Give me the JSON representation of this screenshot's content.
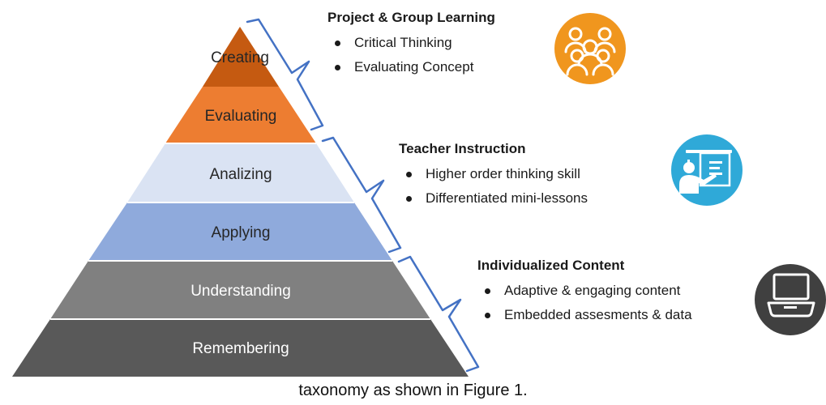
{
  "pyramid": {
    "levels": [
      {
        "label": "Creating",
        "color": "#c55a11",
        "text_color": "#262626"
      },
      {
        "label": "Evaluating",
        "color": "#ed7d31",
        "text_color": "#262626"
      },
      {
        "label": "Analizing",
        "color": "#dae3f3",
        "text_color": "#262626"
      },
      {
        "label": "Applying",
        "color": "#8faadc",
        "text_color": "#262626"
      },
      {
        "label": "Understanding",
        "color": "#808080",
        "text_color": "#ffffff"
      },
      {
        "label": "Remembering",
        "color": "#595959",
        "text_color": "#ffffff"
      }
    ]
  },
  "groups": [
    {
      "title": "Project & Group Learning",
      "items": [
        "Critical Thinking",
        "Evaluating Concept"
      ],
      "icon": "group-people-icon",
      "icon_color": "#f0961e"
    },
    {
      "title": "Teacher Instruction",
      "items": [
        "Higher order thinking skill",
        "Differentiated mini-lessons"
      ],
      "icon": "teacher-presentation-icon",
      "icon_color": "#2fa9d8"
    },
    {
      "title": "Individualized Content",
      "items": [
        "Adaptive & engaging content",
        "Embedded assesments & data"
      ],
      "icon": "laptop-icon",
      "icon_color": "#404040"
    }
  ],
  "bracket_color": "#4472c4",
  "caption": "taxonomy as shown in Figure 1."
}
